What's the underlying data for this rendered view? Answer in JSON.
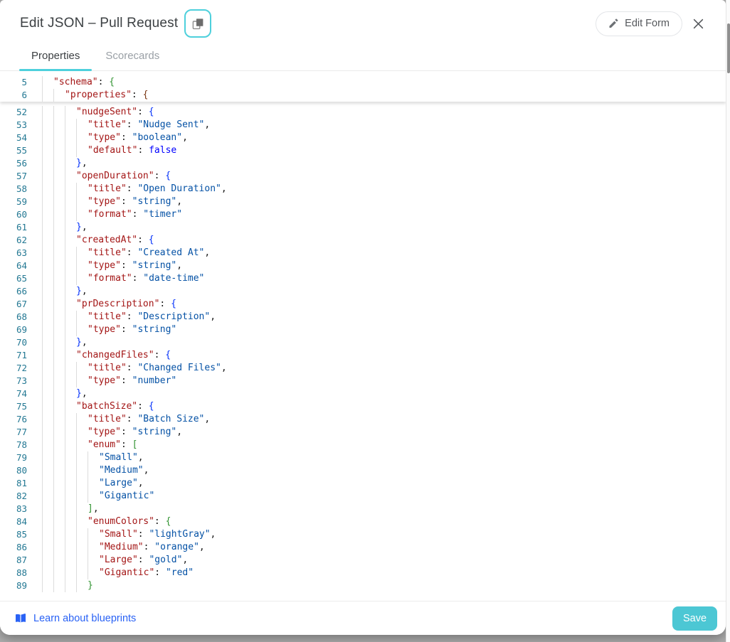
{
  "header": {
    "title": "Edit JSON – Pull Request",
    "copy_icon": "copy-icon",
    "edit_form_label": "Edit Form",
    "close_icon": "close-x"
  },
  "tabs": [
    {
      "label": "Properties",
      "active": true
    },
    {
      "label": "Scorecards",
      "active": false
    }
  ],
  "colors": {
    "accent_teal": "#4ED0DC",
    "save_button_bg": "#4CC7D4",
    "link_blue": "#2962F5",
    "line_number": "#237893"
  },
  "editor": {
    "token_colors": {
      "key": "#A31515",
      "str": "#0451A5",
      "kw": "#0000FF",
      "p": "#1B1B1B",
      "b1": "#0431FA",
      "b2": "#319331",
      "b3": "#7B3814"
    },
    "sticky_lines": [
      {
        "n": 5,
        "ind": 1,
        "tk": [
          [
            "\"schema\"",
            "key"
          ],
          [
            ": ",
            "p"
          ],
          [
            "{",
            "b2"
          ]
        ]
      },
      {
        "n": 6,
        "ind": 2,
        "tk": [
          [
            "\"properties\"",
            "key"
          ],
          [
            ": ",
            "p"
          ],
          [
            "{",
            "b3"
          ]
        ]
      }
    ],
    "lines": [
      {
        "n": 52,
        "ind": 3,
        "tk": [
          [
            "\"nudgeSent\"",
            "key"
          ],
          [
            ": ",
            "p"
          ],
          [
            "{",
            "b1"
          ]
        ]
      },
      {
        "n": 53,
        "ind": 4,
        "tk": [
          [
            "\"title\"",
            "key"
          ],
          [
            ": ",
            "p"
          ],
          [
            "\"Nudge Sent\"",
            "str"
          ],
          [
            ",",
            "p"
          ]
        ]
      },
      {
        "n": 54,
        "ind": 4,
        "tk": [
          [
            "\"type\"",
            "key"
          ],
          [
            ": ",
            "p"
          ],
          [
            "\"boolean\"",
            "str"
          ],
          [
            ",",
            "p"
          ]
        ]
      },
      {
        "n": 55,
        "ind": 4,
        "tk": [
          [
            "\"default\"",
            "key"
          ],
          [
            ": ",
            "p"
          ],
          [
            "false",
            "kw"
          ]
        ]
      },
      {
        "n": 56,
        "ind": 3,
        "tk": [
          [
            "}",
            "b1"
          ],
          [
            ",",
            "p"
          ]
        ]
      },
      {
        "n": 57,
        "ind": 3,
        "tk": [
          [
            "\"openDuration\"",
            "key"
          ],
          [
            ": ",
            "p"
          ],
          [
            "{",
            "b1"
          ]
        ]
      },
      {
        "n": 58,
        "ind": 4,
        "tk": [
          [
            "\"title\"",
            "key"
          ],
          [
            ": ",
            "p"
          ],
          [
            "\"Open Duration\"",
            "str"
          ],
          [
            ",",
            "p"
          ]
        ]
      },
      {
        "n": 59,
        "ind": 4,
        "tk": [
          [
            "\"type\"",
            "key"
          ],
          [
            ": ",
            "p"
          ],
          [
            "\"string\"",
            "str"
          ],
          [
            ",",
            "p"
          ]
        ]
      },
      {
        "n": 60,
        "ind": 4,
        "tk": [
          [
            "\"format\"",
            "key"
          ],
          [
            ": ",
            "p"
          ],
          [
            "\"timer\"",
            "str"
          ]
        ]
      },
      {
        "n": 61,
        "ind": 3,
        "tk": [
          [
            "}",
            "b1"
          ],
          [
            ",",
            "p"
          ]
        ]
      },
      {
        "n": 62,
        "ind": 3,
        "tk": [
          [
            "\"createdAt\"",
            "key"
          ],
          [
            ": ",
            "p"
          ],
          [
            "{",
            "b1"
          ]
        ]
      },
      {
        "n": 63,
        "ind": 4,
        "tk": [
          [
            "\"title\"",
            "key"
          ],
          [
            ": ",
            "p"
          ],
          [
            "\"Created At\"",
            "str"
          ],
          [
            ",",
            "p"
          ]
        ]
      },
      {
        "n": 64,
        "ind": 4,
        "tk": [
          [
            "\"type\"",
            "key"
          ],
          [
            ": ",
            "p"
          ],
          [
            "\"string\"",
            "str"
          ],
          [
            ",",
            "p"
          ]
        ]
      },
      {
        "n": 65,
        "ind": 4,
        "tk": [
          [
            "\"format\"",
            "key"
          ],
          [
            ": ",
            "p"
          ],
          [
            "\"date-time\"",
            "str"
          ]
        ]
      },
      {
        "n": 66,
        "ind": 3,
        "tk": [
          [
            "}",
            "b1"
          ],
          [
            ",",
            "p"
          ]
        ]
      },
      {
        "n": 67,
        "ind": 3,
        "tk": [
          [
            "\"prDescription\"",
            "key"
          ],
          [
            ": ",
            "p"
          ],
          [
            "{",
            "b1"
          ]
        ]
      },
      {
        "n": 68,
        "ind": 4,
        "tk": [
          [
            "\"title\"",
            "key"
          ],
          [
            ": ",
            "p"
          ],
          [
            "\"Description\"",
            "str"
          ],
          [
            ",",
            "p"
          ]
        ]
      },
      {
        "n": 69,
        "ind": 4,
        "tk": [
          [
            "\"type\"",
            "key"
          ],
          [
            ": ",
            "p"
          ],
          [
            "\"string\"",
            "str"
          ]
        ]
      },
      {
        "n": 70,
        "ind": 3,
        "tk": [
          [
            "}",
            "b1"
          ],
          [
            ",",
            "p"
          ]
        ]
      },
      {
        "n": 71,
        "ind": 3,
        "tk": [
          [
            "\"changedFiles\"",
            "key"
          ],
          [
            ": ",
            "p"
          ],
          [
            "{",
            "b1"
          ]
        ]
      },
      {
        "n": 72,
        "ind": 4,
        "tk": [
          [
            "\"title\"",
            "key"
          ],
          [
            ": ",
            "p"
          ],
          [
            "\"Changed Files\"",
            "str"
          ],
          [
            ",",
            "p"
          ]
        ]
      },
      {
        "n": 73,
        "ind": 4,
        "tk": [
          [
            "\"type\"",
            "key"
          ],
          [
            ": ",
            "p"
          ],
          [
            "\"number\"",
            "str"
          ]
        ]
      },
      {
        "n": 74,
        "ind": 3,
        "tk": [
          [
            "}",
            "b1"
          ],
          [
            ",",
            "p"
          ]
        ]
      },
      {
        "n": 75,
        "ind": 3,
        "tk": [
          [
            "\"batchSize\"",
            "key"
          ],
          [
            ": ",
            "p"
          ],
          [
            "{",
            "b1"
          ]
        ]
      },
      {
        "n": 76,
        "ind": 4,
        "tk": [
          [
            "\"title\"",
            "key"
          ],
          [
            ": ",
            "p"
          ],
          [
            "\"Batch Size\"",
            "str"
          ],
          [
            ",",
            "p"
          ]
        ]
      },
      {
        "n": 77,
        "ind": 4,
        "tk": [
          [
            "\"type\"",
            "key"
          ],
          [
            ": ",
            "p"
          ],
          [
            "\"string\"",
            "str"
          ],
          [
            ",",
            "p"
          ]
        ]
      },
      {
        "n": 78,
        "ind": 4,
        "tk": [
          [
            "\"enum\"",
            "key"
          ],
          [
            ": ",
            "p"
          ],
          [
            "[",
            "b2"
          ]
        ]
      },
      {
        "n": 79,
        "ind": 5,
        "tk": [
          [
            "\"Small\"",
            "str"
          ],
          [
            ",",
            "p"
          ]
        ]
      },
      {
        "n": 80,
        "ind": 5,
        "tk": [
          [
            "\"Medium\"",
            "str"
          ],
          [
            ",",
            "p"
          ]
        ]
      },
      {
        "n": 81,
        "ind": 5,
        "tk": [
          [
            "\"Large\"",
            "str"
          ],
          [
            ",",
            "p"
          ]
        ]
      },
      {
        "n": 82,
        "ind": 5,
        "tk": [
          [
            "\"Gigantic\"",
            "str"
          ]
        ]
      },
      {
        "n": 83,
        "ind": 4,
        "tk": [
          [
            "]",
            "b2"
          ],
          [
            ",",
            "p"
          ]
        ]
      },
      {
        "n": 84,
        "ind": 4,
        "tk": [
          [
            "\"enumColors\"",
            "key"
          ],
          [
            ": ",
            "p"
          ],
          [
            "{",
            "b2"
          ]
        ]
      },
      {
        "n": 85,
        "ind": 5,
        "tk": [
          [
            "\"Small\"",
            "key"
          ],
          [
            ": ",
            "p"
          ],
          [
            "\"lightGray\"",
            "str"
          ],
          [
            ",",
            "p"
          ]
        ]
      },
      {
        "n": 86,
        "ind": 5,
        "tk": [
          [
            "\"Medium\"",
            "key"
          ],
          [
            ": ",
            "p"
          ],
          [
            "\"orange\"",
            "str"
          ],
          [
            ",",
            "p"
          ]
        ]
      },
      {
        "n": 87,
        "ind": 5,
        "tk": [
          [
            "\"Large\"",
            "key"
          ],
          [
            ": ",
            "p"
          ],
          [
            "\"gold\"",
            "str"
          ],
          [
            ",",
            "p"
          ]
        ]
      },
      {
        "n": 88,
        "ind": 5,
        "tk": [
          [
            "\"Gigantic\"",
            "key"
          ],
          [
            ": ",
            "p"
          ],
          [
            "\"red\"",
            "str"
          ]
        ]
      },
      {
        "n": 89,
        "ind": 4,
        "tk": [
          [
            "}",
            "b2"
          ]
        ]
      }
    ]
  },
  "footer": {
    "link_label": "Learn about blueprints",
    "save_label": "Save"
  }
}
